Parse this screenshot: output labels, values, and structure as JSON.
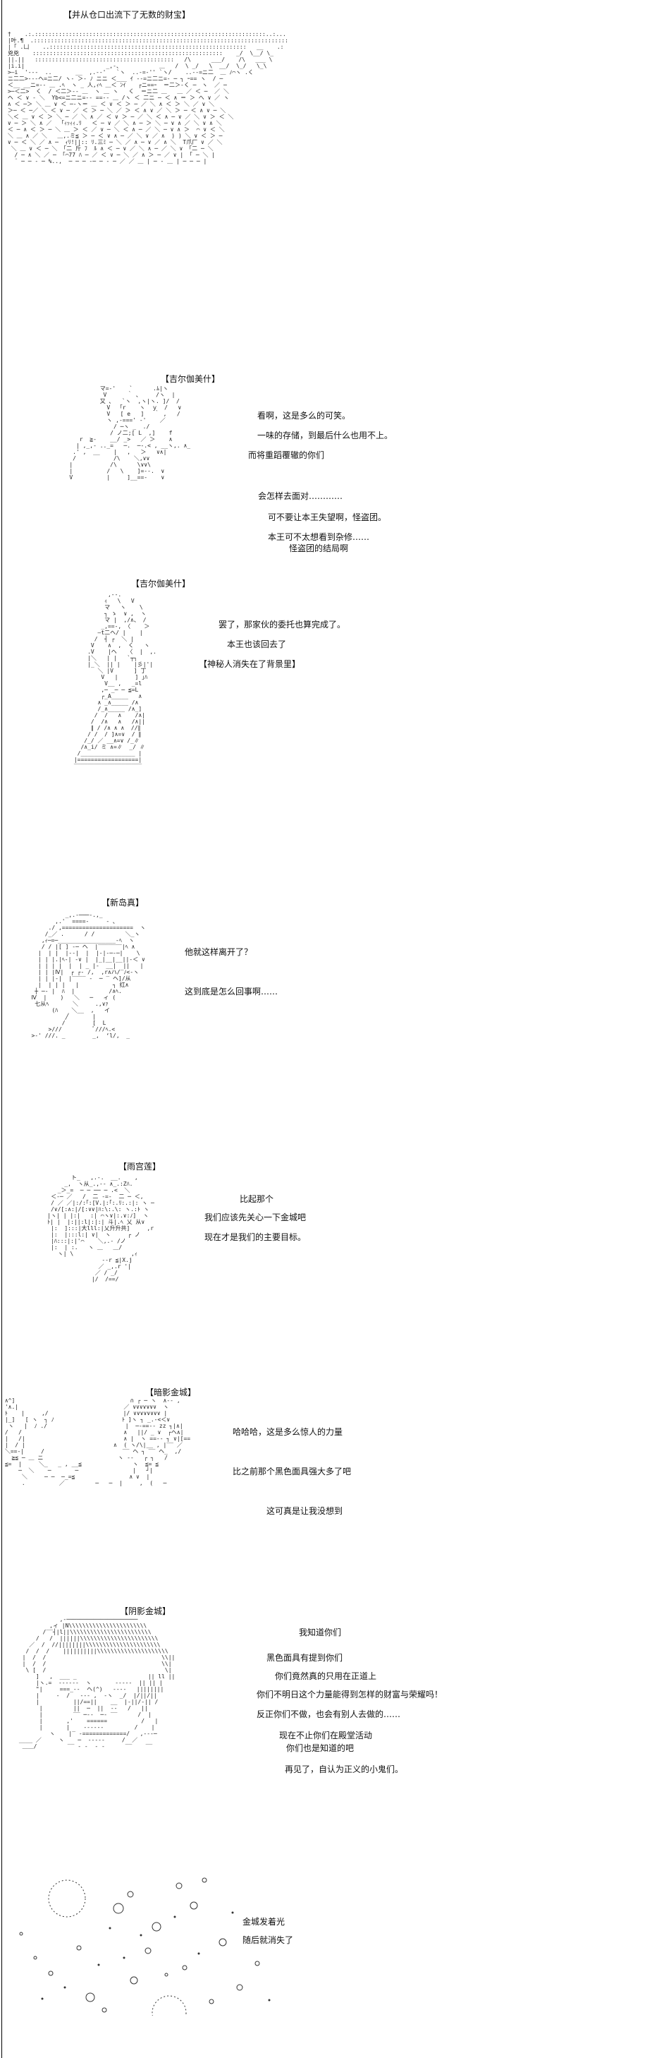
{
  "panel1": {
    "title": "【并从仓口出流下了无数的财宝】"
  },
  "panel2": {
    "title": "【吉尔伽美什】",
    "lines": [
      "看啊，这是多么的可笑。",
      "一味的存储，到最后什么也用不上。",
      "而将重蹈覆辙的你们",
      "会怎样去面对…………",
      "可不要让本王失望啊，怪盗团。",
      "本王可不太想看到杂修……",
      "怪盗团的结局啊"
    ]
  },
  "panel3": {
    "title": "【吉尔伽美什】",
    "lines": [
      "罢了，那家伙的委托也算完成了。",
      "本王也该回去了",
      "【神秘人消失在了背景里】"
    ]
  },
  "panel4": {
    "title": "【新岛真】",
    "lines": [
      "他就这样离开了？",
      "这到底是怎么回事啊……"
    ]
  },
  "panel5": {
    "title": "【雨宫莲】",
    "lines": [
      "比起那个",
      "我们应该先关心一下金城吧",
      "现在才是我们的主要目标。"
    ]
  },
  "panel6": {
    "title": "【暗影金城】",
    "lines": [
      "哈哈哈，这是多么惊人的力量",
      "比之前那个黑色面具强大多了吧",
      "这可真是让我没想到"
    ]
  },
  "panel7": {
    "title": "【阴影金城】",
    "lines": [
      "我知道你们",
      "黑色面具有提到你们",
      "你们竟然真的只用在正道上",
      "你们不明日这个力量能得到怎样的财富与荣耀吗！",
      "反正你们不做，也会有别人去做的……",
      "现在不止你们在殿堂活动",
      "你们也是知道的吧",
      "再见了，自认为正义的小鬼们。"
    ]
  },
  "panel8": {
    "lines": [
      "金城发着光",
      "随后就消失了"
    ]
  }
}
